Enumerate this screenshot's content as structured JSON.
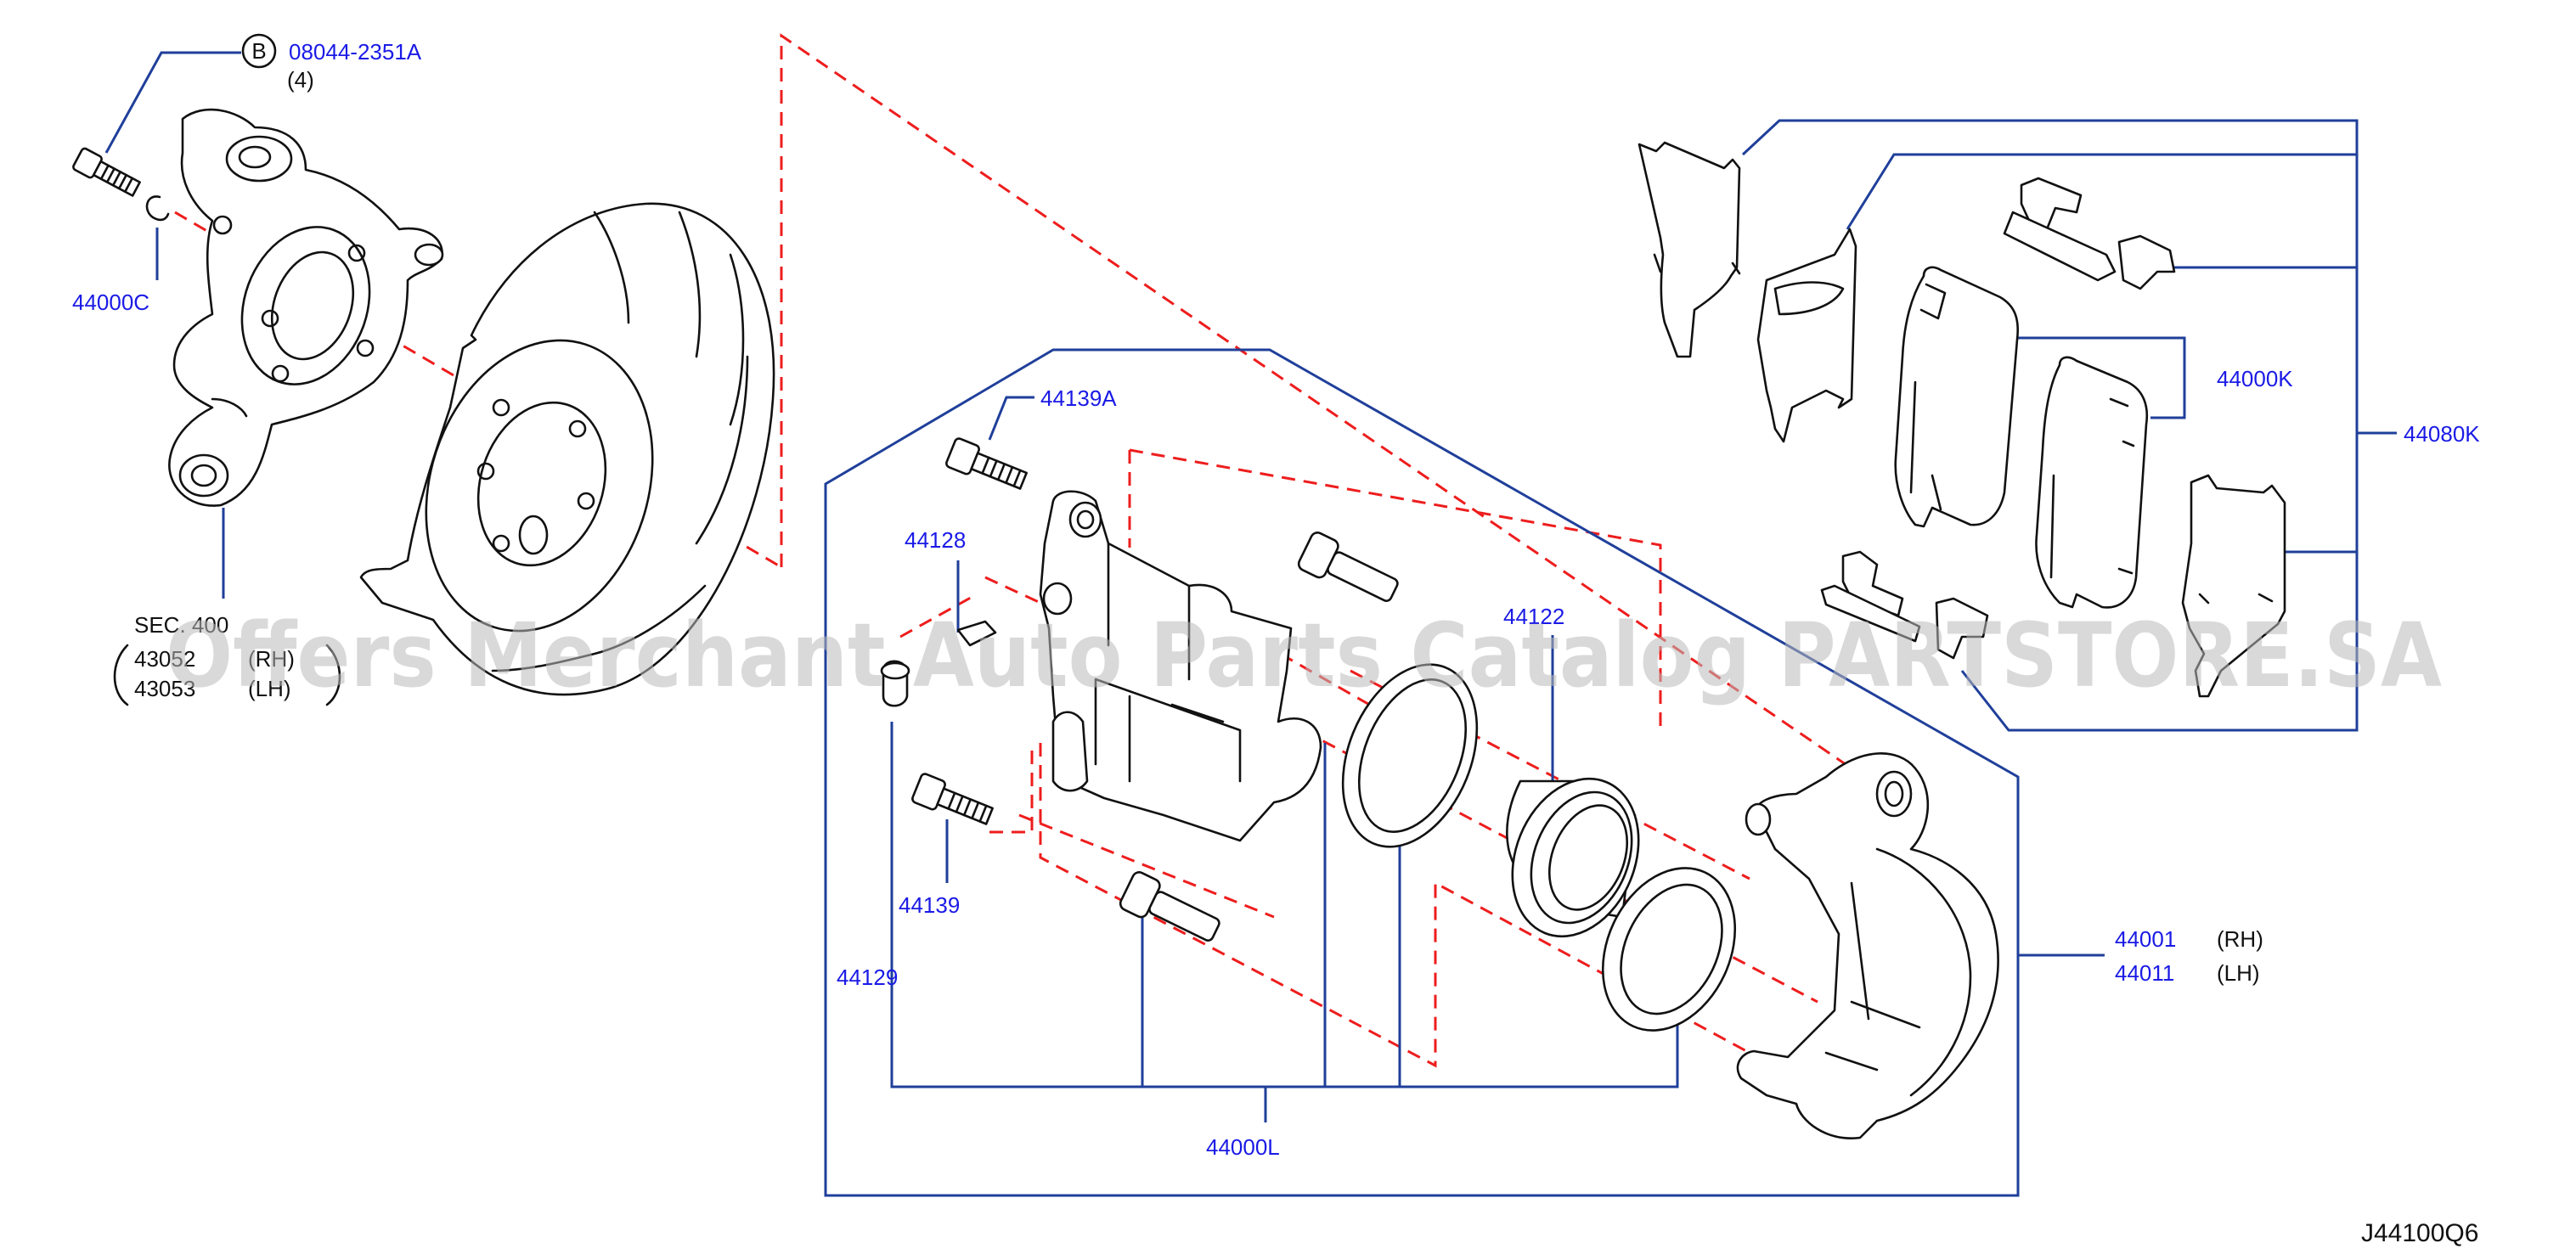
{
  "diagram": {
    "reference_code": "J44100Q6",
    "watermark": "Offers Merchant Auto Parts Catalog PARTSTORE.SA",
    "callouts": {
      "bolt_circle_letter": "B",
      "bolt_number": "08044-2351A",
      "bolt_qty": "(4)",
      "washer": "44000C",
      "knuckle_sec": "SEC. 400",
      "knuckle_rh_number": "43052",
      "knuckle_rh_side": "(RH)",
      "knuckle_lh_number": "43053",
      "knuckle_lh_side": "(LH)",
      "bolt_44139a": "44139A",
      "cap_44128": "44128",
      "piston_44122": "44122",
      "bolt_44139": "44139",
      "bleeder_44129": "44129",
      "seal_kit": "44000L",
      "caliper_rh_number": "44001",
      "caliper_rh_side": "(RH)",
      "caliper_lh_number": "44011",
      "caliper_lh_side": "(LH)",
      "pad_kit": "44000K",
      "hardware_kit": "44080K"
    }
  }
}
